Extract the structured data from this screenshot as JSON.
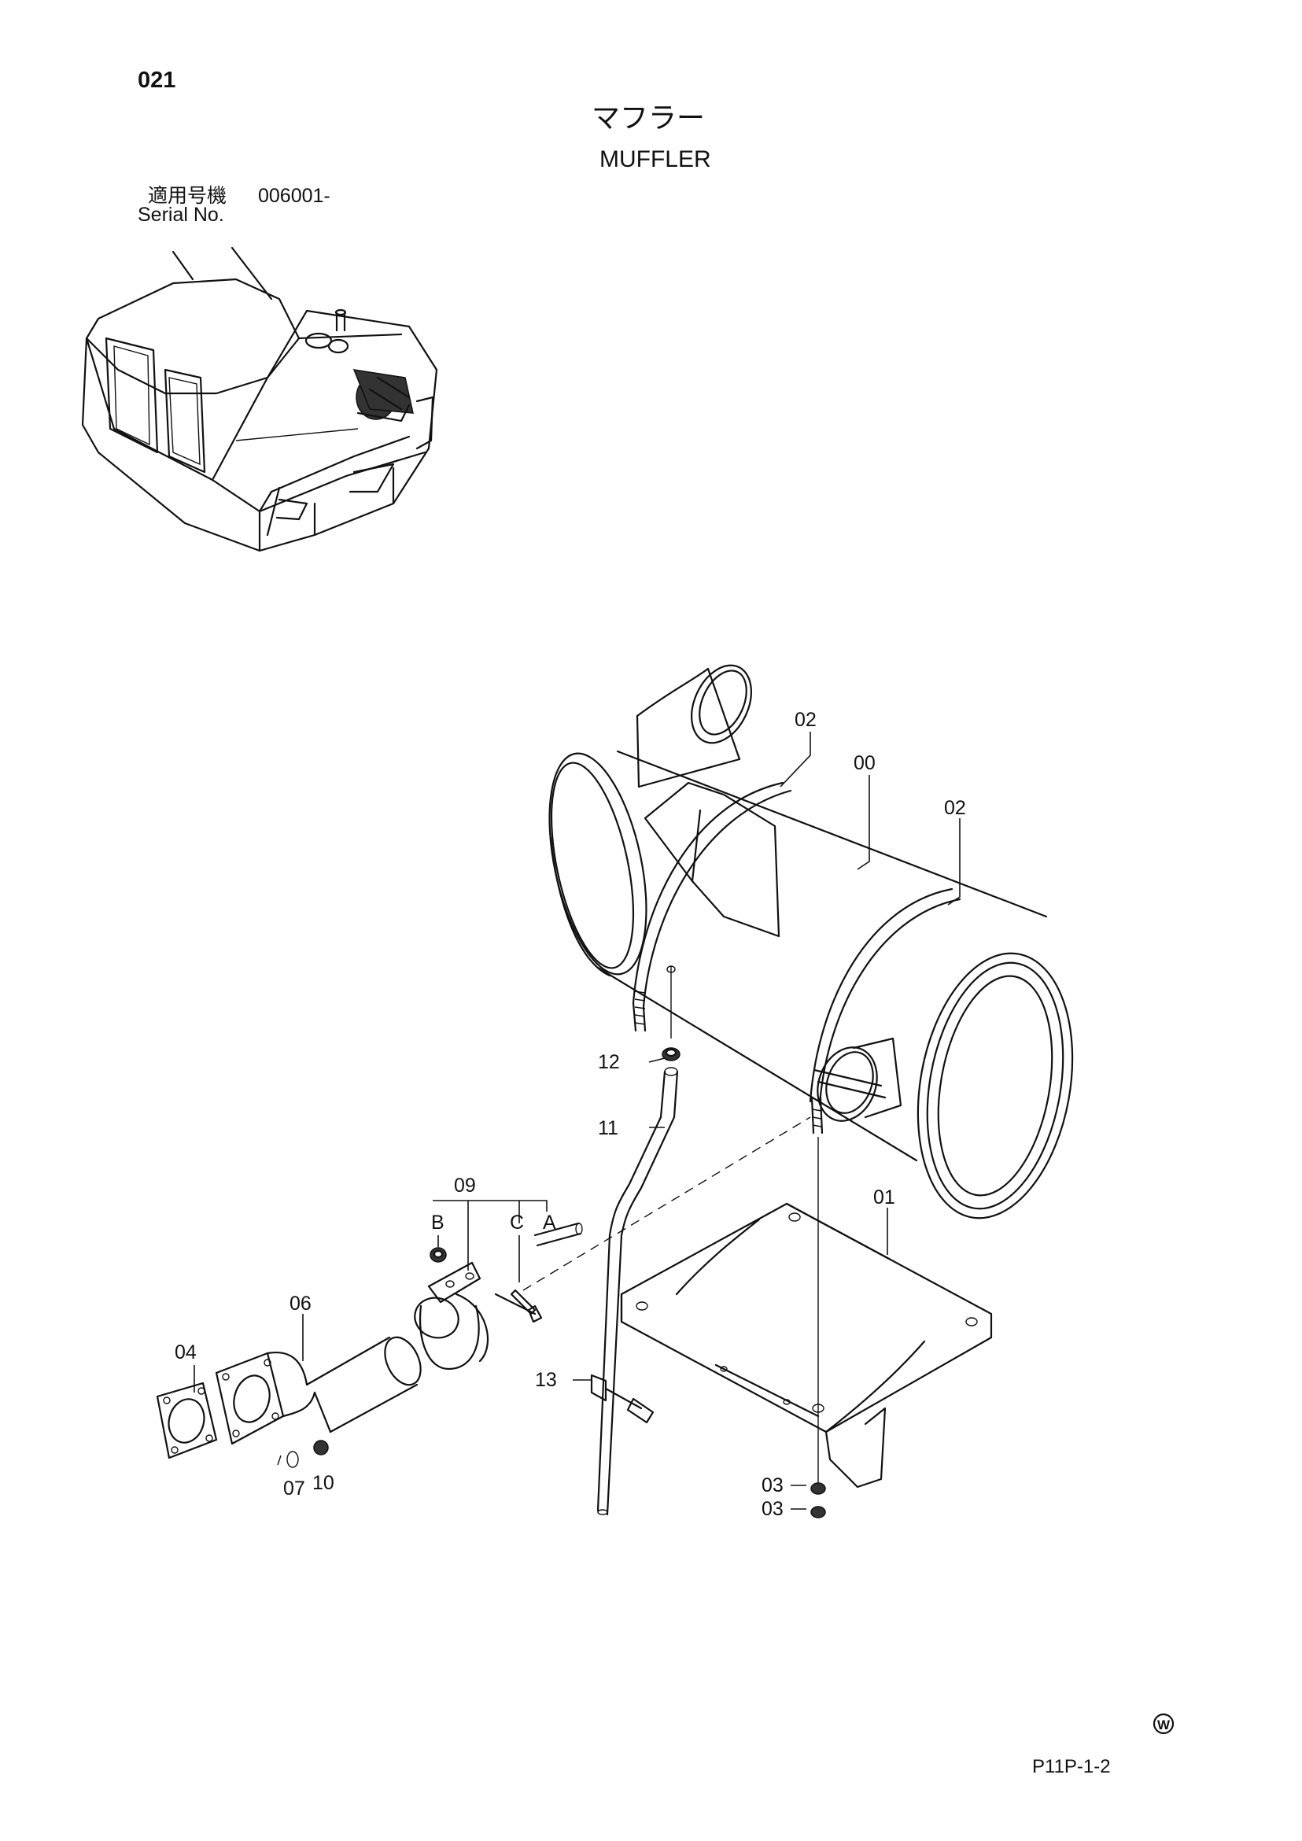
{
  "page_number": "021",
  "title_jp": "マフラー",
  "title_en": "MUFFLER",
  "serial": {
    "label_jp": "適用号機",
    "label_en": "Serial No.",
    "value": "006001-"
  },
  "callouts": {
    "c00": "00",
    "c01": "01",
    "c02a": "02",
    "c02b": "02",
    "c03a": "03",
    "c03b": "03",
    "c04": "04",
    "c06": "06",
    "c07": "07",
    "c09": "09",
    "c10": "10",
    "c11": "11",
    "c12": "12",
    "c13": "13",
    "cA": "A",
    "cB": "B",
    "cC": "C"
  },
  "footer": {
    "mark": "W",
    "code": "P11P-1-2"
  }
}
